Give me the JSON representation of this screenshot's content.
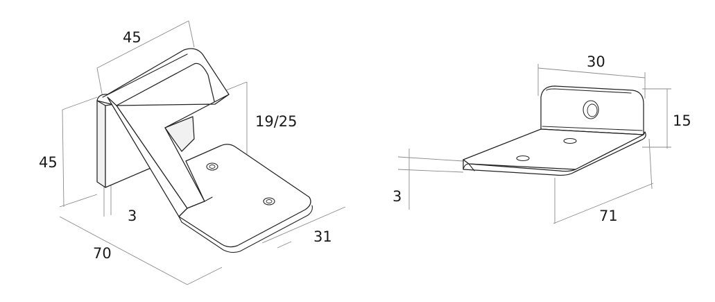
{
  "colors": {
    "line": "#222222",
    "dimension_line": "#8a8a8a",
    "text": "#1a1a1a",
    "background": "#ffffff"
  },
  "left_part": {
    "dimensions": {
      "top_width": "45",
      "height": "45",
      "slot_height": "19/25",
      "thickness": "3",
      "length": "70",
      "foot_width": "31"
    }
  },
  "right_part": {
    "dimensions": {
      "upright_width": "30",
      "upright_height": "15",
      "thickness": "3",
      "base_length": "71"
    }
  }
}
